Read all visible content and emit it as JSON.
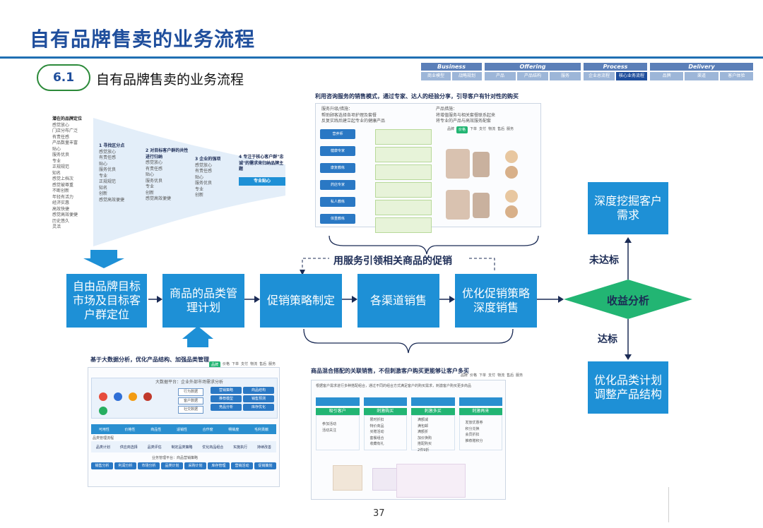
{
  "page": {
    "title": "自有品牌售卖的业务流程",
    "section_number": "6.1",
    "subtitle": "自有品牌售卖的业务流程",
    "page_number": "37"
  },
  "nav": {
    "groups": [
      {
        "name": "Business",
        "items": [
          "商业模型",
          "战略规划"
        ]
      },
      {
        "name": "Offering",
        "items": [
          "产品",
          "产品结构",
          "服务"
        ]
      },
      {
        "name": "Process",
        "items": [
          "企业总流程",
          "核心业务流程"
        ]
      },
      {
        "name": "Delivery",
        "items": [
          "品牌",
          "渠道",
          "客户体验"
        ]
      }
    ],
    "active_item": "核心业务流程",
    "active_color": "#1f4e9c",
    "inactive_color": "#9db6d8"
  },
  "flow": {
    "step1": "自由品牌目标市场及目标客户群定位",
    "step2": "商品的品类管理计划",
    "step3": "促销策略制定",
    "step4": "各渠道销售",
    "step5": "优化促销策略深度销售",
    "decision": "收益分析",
    "top_right": "深度挖掘客户需求",
    "bottom_right": "优化品类计划调整产品结构",
    "label_not_met": "未达标",
    "label_met": "达标",
    "label_promo": "用服务引领相关商品的促销",
    "box_color": "#1e90d6",
    "decision_color": "#22b573"
  },
  "panel_left_top": {
    "list_title": "潜在的品牌定位",
    "list_items": [
      "感觉放心",
      "门店分布广泛",
      "有责任感",
      "产品数量丰富",
      "贴心",
      "服务优良",
      "专业",
      "正规规范",
      "知名",
      "感觉上档次",
      "感觉被尊重",
      "不断创新",
      "年轻有活力",
      "经济实惠",
      "高效快捷",
      "感觉高效便捷",
      "历史悠久",
      "灵活"
    ],
    "funnel_steps": [
      {
        "head": "1 寻找区分点",
        "items": [
          "感觉放心",
          "有责任感",
          "贴心",
          "服务优良",
          "专业",
          "正规规范",
          "知名",
          "创新",
          "感觉高效便捷"
        ]
      },
      {
        "head": "2 对目标客户群的共性进行归纳",
        "items": [
          "感觉放心",
          "有责任感",
          "贴心",
          "服务优良",
          "专业",
          "创新",
          "感觉高效便捷"
        ]
      },
      {
        "head": "3 企业的强项",
        "items": [
          "感觉放心",
          "有责任感",
          "贴心",
          "服务优良",
          "专业",
          "创新"
        ]
      },
      {
        "head": "4 专注于核心客户群\"忠诚\"的需求来归纳品牌主题",
        "items": [
          "专业贴心"
        ]
      }
    ]
  },
  "panel_top_center": {
    "title": "利用咨询服务的销售模式，通过专家、达人的经验分享，引导客户有针对性的购买",
    "notes_left": [
      "服务升级/措施：",
      "帮助顾客选择各项护理及套餐",
      "反复实践后建立起专业的健康产品"
    ],
    "notes_right": [
      "产品措施：",
      "将增值服务与相关套餐联系起来",
      "将专业的产品与高效服务配套"
    ],
    "roles": [
      "营养师",
      "健康专家",
      "康复教练",
      "药店专家",
      "私人教练",
      "体重教练"
    ],
    "tabs": [
      "品牌",
      "价格",
      "下单",
      "支付",
      "物流",
      "售后",
      "服务"
    ]
  },
  "panel_bottom_left": {
    "title": "基于大数据分析，优化产品结构、加强品类管理",
    "tabs": [
      "品牌",
      "价格",
      "下单",
      "支付",
      "物流",
      "售后",
      "服务"
    ],
    "platform_label": "大数据平台：企业外部市场需求分析",
    "buttons_mid": [
      "行为数据",
      "客户数据",
      "社交数据"
    ],
    "buttons_right": [
      "营销策略",
      "商品结构",
      "推荐模型",
      "销售预测",
      "竞品分析",
      "库存优化"
    ],
    "row1": [
      "可用性",
      "价格性",
      "商品性",
      "适销性",
      "合作度",
      "畅销度",
      "毛利贡献"
    ],
    "row2_label": "品类管理流程",
    "row2": [
      "品类计划",
      "供应商选择",
      "品类评估",
      "制定品类策略",
      "优化商品组合",
      "实施执行",
      "持续改善"
    ],
    "bottom_label": "业务管理平台：商品营销策略",
    "row3": [
      "销售分析",
      "利润分析",
      "市场分析",
      "品类计划",
      "采购计划",
      "库存管理",
      "营销活动",
      "促销策划"
    ]
  },
  "panel_bottom_center": {
    "title": "商品混合搭配的关联销售，不但刺激客户购买更能够让客户多买",
    "intro": "根据客户需求进行多种搭配组合，通过不同的组合方式满足客户的购买需求，刺激客户购买更多商品",
    "tabs": [
      "品牌",
      "价格",
      "下单",
      "支付",
      "物流",
      "售后",
      "服务"
    ],
    "columns": [
      {
        "head": "吸引客户",
        "items": [
          "参加活动",
          "活动关注"
        ]
      },
      {
        "head": "刺激购买",
        "items": [
          "限时折扣",
          "特价商品",
          "买赠活动",
          "套餐组合",
          "收藏有礼"
        ]
      },
      {
        "head": "刺激多买",
        "items": [
          "满额减",
          "满包邮",
          "满额折",
          "加价换购",
          "搭配购买",
          "2件9折"
        ]
      },
      {
        "head": "刺激再来",
        "items": [
          "发放优惠券",
          "积分兑换",
          "会员折扣",
          "推荐赠积分"
        ]
      }
    ]
  }
}
